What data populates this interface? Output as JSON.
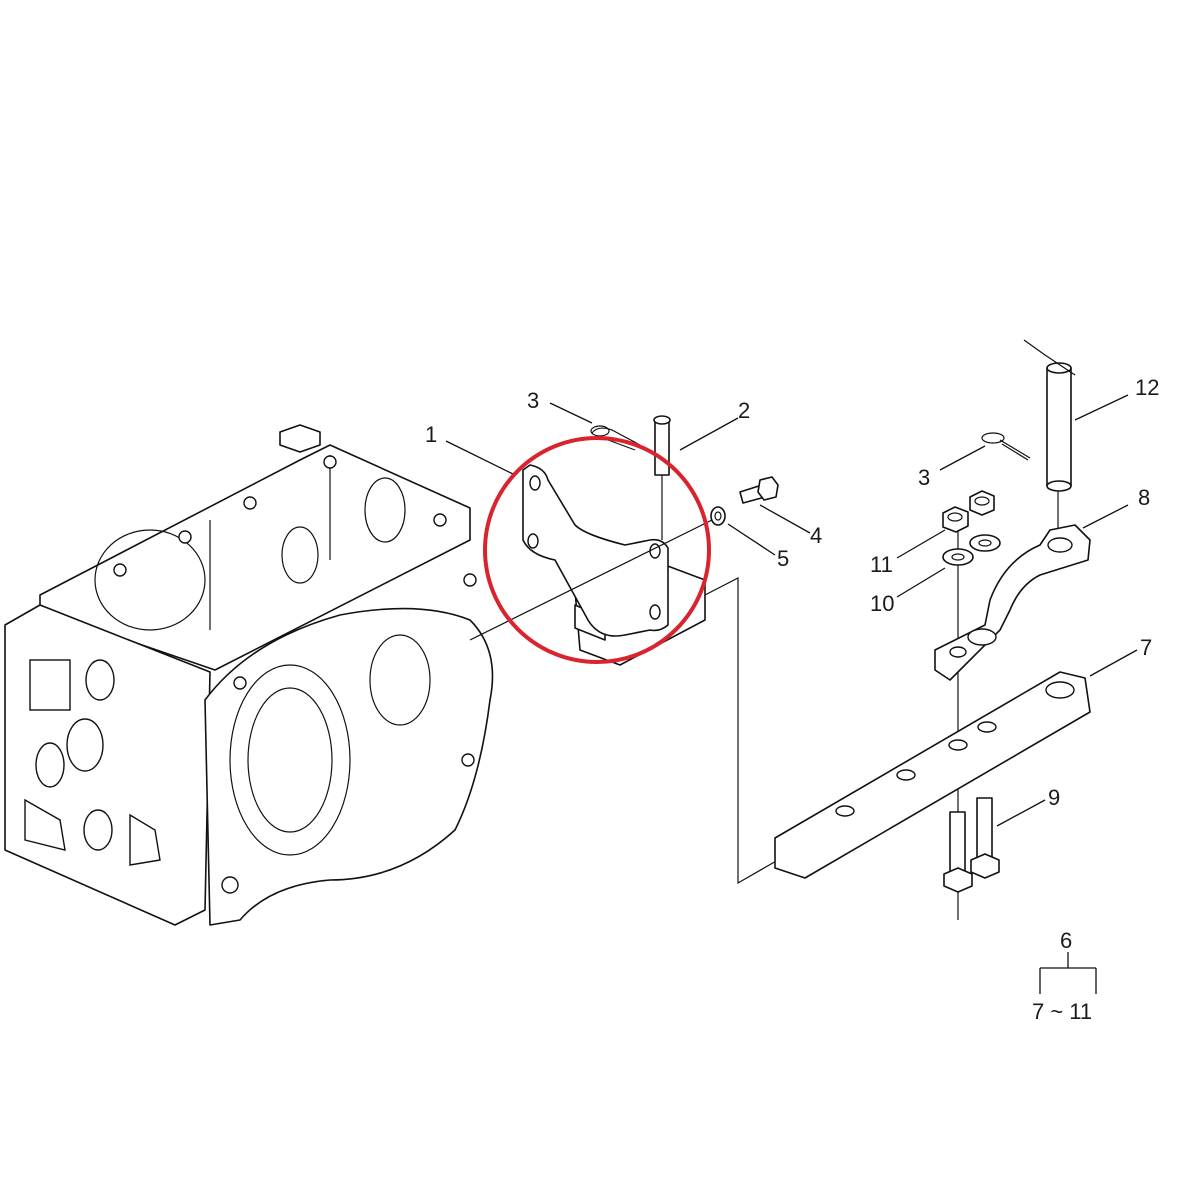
{
  "diagram": {
    "type": "exploded-parts-diagram",
    "subject": "Transmission housing with drawbar bracket and swinging drawbar assembly",
    "highlight": {
      "shape": "circle",
      "color": "#d9232e",
      "target_part": "1"
    },
    "callouts": [
      {
        "id": "1",
        "label": "1",
        "part": "bracket"
      },
      {
        "id": "2",
        "label": "2",
        "part": "pin"
      },
      {
        "id": "3a",
        "label": "3",
        "part": "snap pin (bracket)"
      },
      {
        "id": "4",
        "label": "4",
        "part": "bolt"
      },
      {
        "id": "5",
        "label": "5",
        "part": "washer"
      },
      {
        "id": "3b",
        "label": "3",
        "part": "snap pin (drawbar)"
      },
      {
        "id": "12",
        "label": "12",
        "part": "hitch pin with clip"
      },
      {
        "id": "8",
        "label": "8",
        "part": "drawbar clevis"
      },
      {
        "id": "11",
        "label": "11",
        "part": "nut"
      },
      {
        "id": "10",
        "label": "10",
        "part": "washer"
      },
      {
        "id": "7",
        "label": "7",
        "part": "drawbar"
      },
      {
        "id": "9",
        "label": "9",
        "part": "bolt"
      }
    ],
    "assembly_group": {
      "parent": "6",
      "children_range": "7 ~ 11"
    }
  }
}
